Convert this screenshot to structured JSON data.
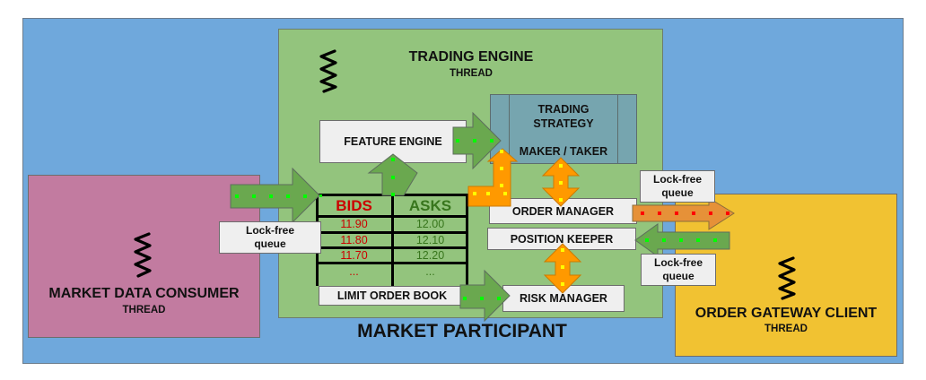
{
  "diagram": {
    "outer_label": "MARKET PARTICIPANT",
    "trading_engine": {
      "title": "TRADING ENGINE",
      "subtitle": "THREAD"
    },
    "market_data_consumer": {
      "title": "MARKET DATA CONSUMER",
      "subtitle": "THREAD"
    },
    "order_gateway_client": {
      "title": "ORDER GATEWAY CLIENT",
      "subtitle": "THREAD"
    },
    "feature_engine": "FEATURE ENGINE",
    "trading_strategy": {
      "line1": "TRADING",
      "line2": "STRATEGY",
      "line3": "MAKER / TAKER"
    },
    "order_manager": "ORDER MANAGER",
    "position_keeper": "POSITION KEEPER",
    "risk_manager": "RISK MANAGER",
    "limit_order_book": {
      "label": "LIMIT ORDER BOOK",
      "bids_header": "BIDS",
      "asks_header": "ASKS",
      "bids": [
        "11.90",
        "11.80",
        "11.70",
        "..."
      ],
      "asks": [
        "12.00",
        "12.10",
        "12.20",
        "..."
      ]
    },
    "queues": {
      "mdc_to_engine": {
        "line1": "Lock-free",
        "line2": "queue"
      },
      "engine_to_ogc": {
        "line1": "Lock-free",
        "line2": "queue"
      },
      "ogc_to_engine": {
        "line1": "Lock-free",
        "line2": "queue"
      }
    },
    "icons": {
      "thread": "thread-spring-icon"
    },
    "colors": {
      "outer": "#6fa8dc",
      "engine": "#93c47d",
      "mdc": "#c27ba0",
      "ogc": "#f1c232",
      "strategy": "#76a5af",
      "bids": "#cc0000",
      "asks": "#38761d",
      "green_arrow": "#6aa84f",
      "orange_arrow": "#ff9900",
      "orange_queue_arrow": "#e69138"
    }
  }
}
